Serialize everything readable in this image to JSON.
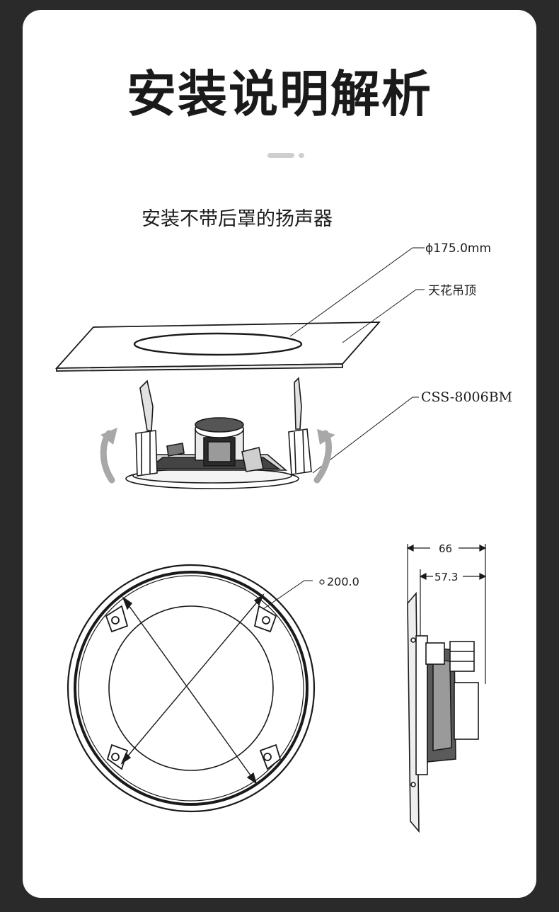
{
  "header": {
    "title": "安装说明解析"
  },
  "section": {
    "title": "安装不带后罩的扬声器"
  },
  "top_diagram": {
    "cutout_label": "ϕ175.0mm",
    "ceiling_label": "天花吊顶",
    "model_label": "CSS-8006BM"
  },
  "front_view": {
    "diameter_label": "200.0"
  },
  "side_view": {
    "depth_total": "66",
    "depth_body": "57.3"
  },
  "colors": {
    "background": "#2a2a2a",
    "card": "#ffffff",
    "ink": "#1a1a1a",
    "arrow": "#a8a8a8"
  }
}
